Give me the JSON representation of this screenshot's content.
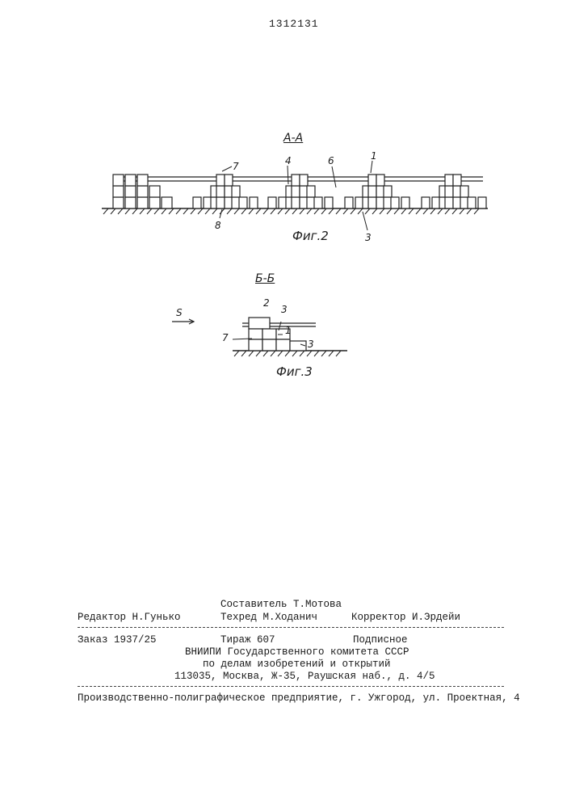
{
  "header": {
    "patent_number": "1312131"
  },
  "figures": {
    "fig2": {
      "section_label": "А-А",
      "caption": "Фиг.2",
      "labels": {
        "l1": "1",
        "l3": "3",
        "l4": "4",
        "l6": "6",
        "l7": "7",
        "l8": "8"
      }
    },
    "fig3": {
      "section_label": "Б-Б",
      "caption": "Фиг.3",
      "flow_symbol": "S",
      "labels": {
        "l2": "2",
        "l3a": "3",
        "l1": "1",
        "l7": "7",
        "l3b": "3"
      }
    }
  },
  "imprint": {
    "compiler": "Составитель Т.Мотова",
    "editor": "Редактор Н.Гунько",
    "techred": "Техред М.Ходанич",
    "corrector": "Корректор И.Эрдейи",
    "order": "Заказ 1937/25",
    "circulation": "Тираж 607",
    "subscription": "Подписное",
    "org_line1": "ВНИИПИ Государственного комитета СССР",
    "org_line2": "по делам изобретений и открытий",
    "org_address": "113035, Москва, Ж-35, Раушская наб., д. 4/5",
    "printer": "Производственно-полиграфическое предприятие, г. Ужгород, ул. Проектная, 4"
  }
}
